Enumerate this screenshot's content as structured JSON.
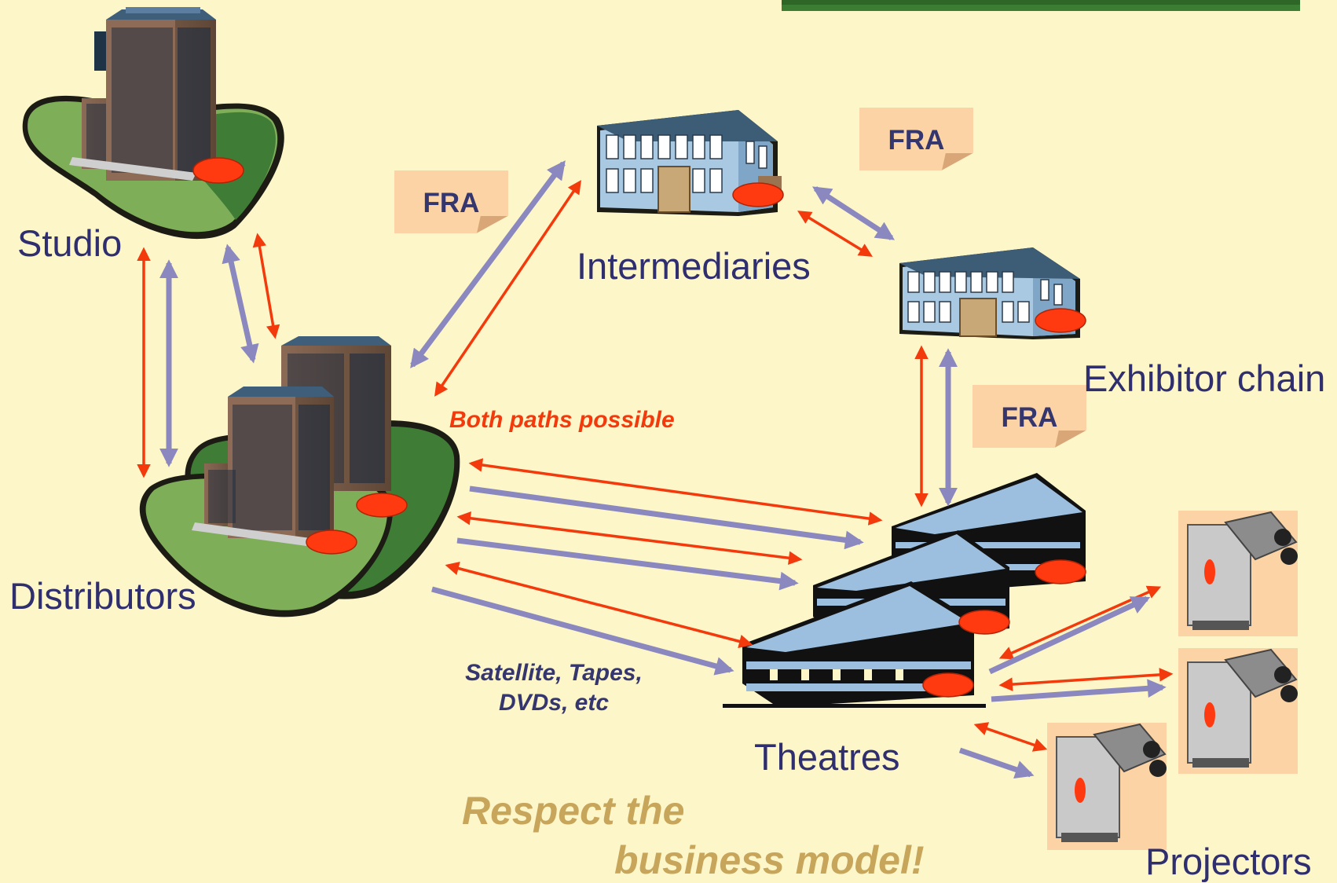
{
  "labels": {
    "studio": "Studio",
    "distributors": "Distributors",
    "intermediaries": "Intermediaries",
    "exhibitor_chain": "Exhibitor chain",
    "theatres": "Theatres",
    "projectors": "Projectors"
  },
  "fra_tags": [
    "FRA",
    "FRA",
    "FRA"
  ],
  "captions": {
    "both_paths": "Both paths possible",
    "transport": [
      "Satellite, Tapes,",
      "DVDs, etc"
    ],
    "respect": [
      "Respect the",
      "business model!"
    ]
  },
  "colors": {
    "background": "#fdf6c9",
    "red_arrow": "#f23a0c",
    "blue_arrow": "#8a88be",
    "label_text": "#2f2e6e",
    "fra_note": "#fbd3a4",
    "slogan_text": "#c7a55a",
    "node_marker": "#ff3a10"
  },
  "icons": {
    "studio": "office-tower-icon",
    "distributors": "twin-tower-icon",
    "intermediaries": "office-building-icon",
    "exhibitor_chain": "office-building-icon",
    "theatres": "multi-building-icon",
    "projectors": "cinema-projector-icon"
  }
}
